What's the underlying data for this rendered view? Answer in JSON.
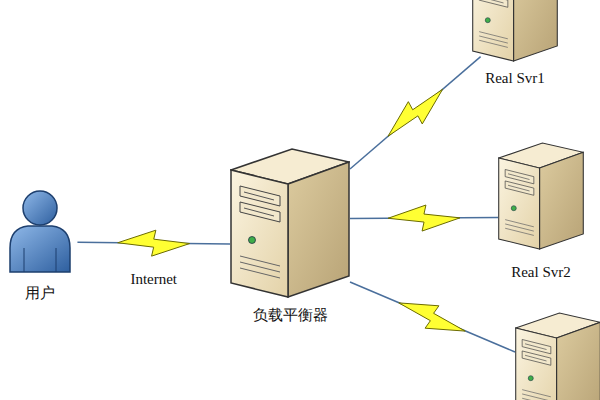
{
  "diagram": {
    "nodes": [
      {
        "text": [
          "用户"
        ]
      },
      {
        "text": [
          "负载平衡器"
        ]
      },
      {
        "text": [
          "Real Svr1"
        ]
      },
      {
        "text": [
          "Real Svr2"
        ]
      }
    ],
    "edges": [
      {
        "from": 0,
        "to": 1,
        "label": "Internet",
        "arrow": "none"
      },
      {
        "from": 1,
        "to": 2,
        "arrow": "none"
      },
      {
        "from": 1,
        "to": 3,
        "arrow": "none"
      }
    ]
  }
}
